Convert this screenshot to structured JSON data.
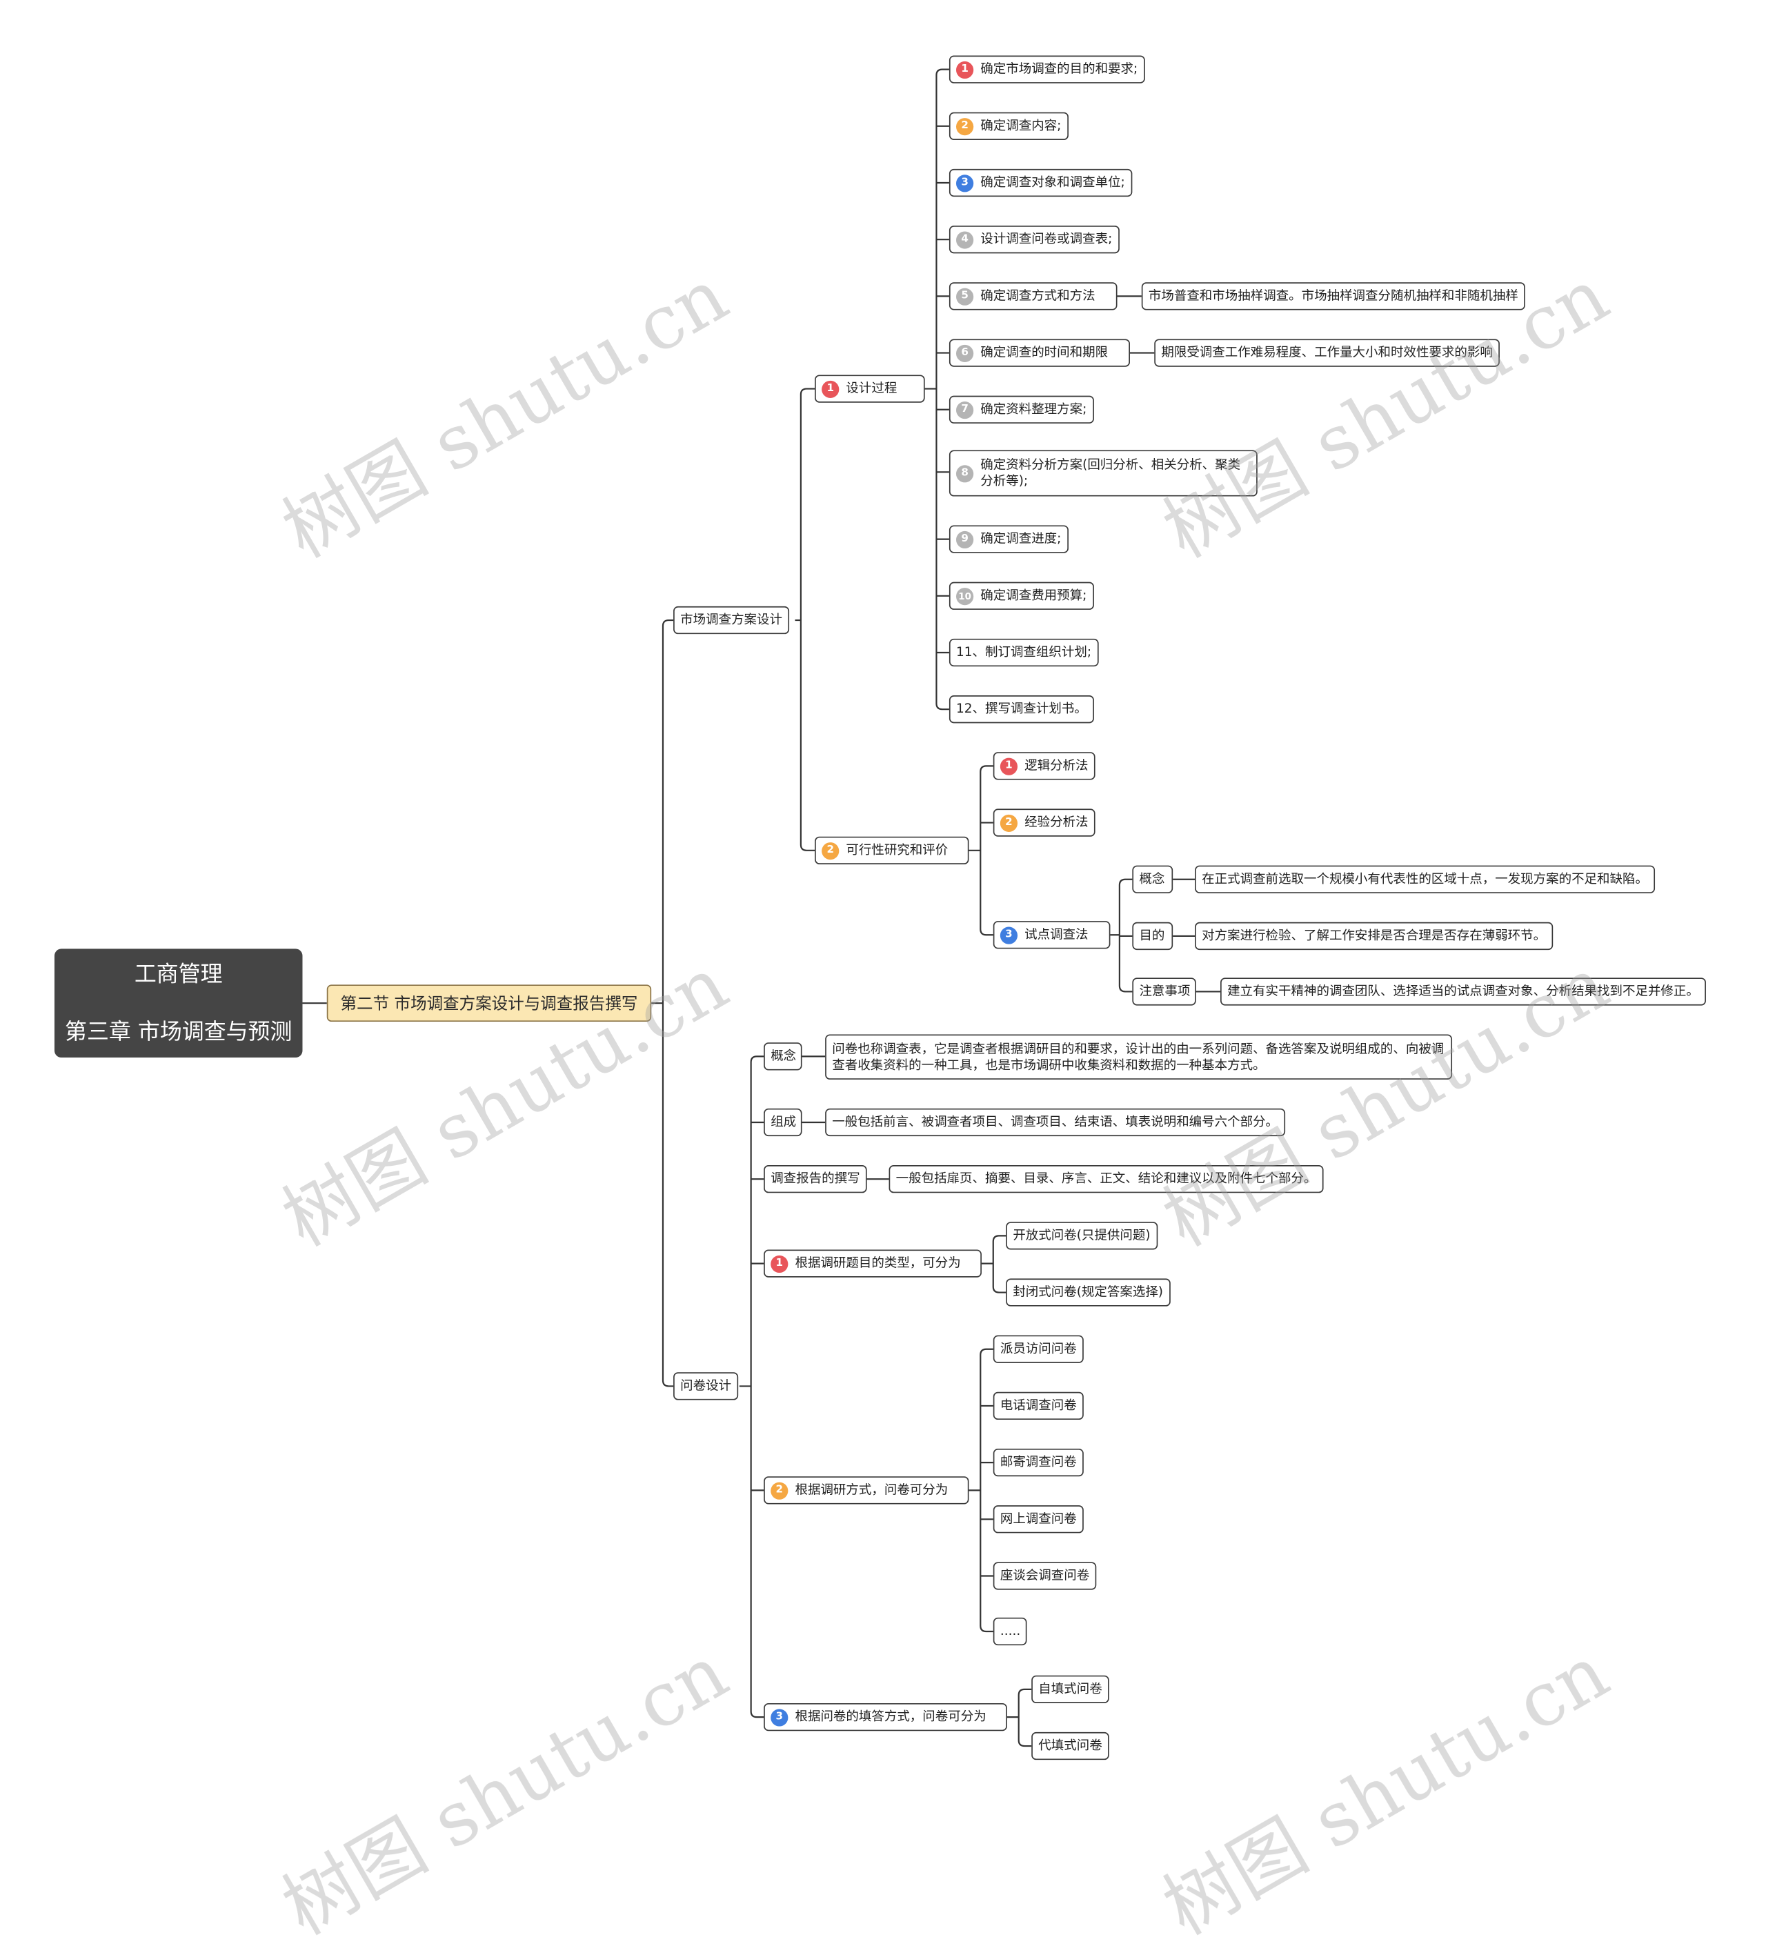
{
  "root": {
    "line1": "工商管理",
    "line2": "第三章 市场调查与预测"
  },
  "section": "第二节 市场调查方案设计与调查报告撰写",
  "branches": {
    "plan": "市场调查方案设计",
    "questionnaire": "问卷设计"
  },
  "design_process": {
    "badge": "1",
    "label": "设计过程",
    "steps": [
      {
        "badge": "1",
        "text": "确定市场调查的目的和要求;"
      },
      {
        "badge": "2",
        "text": "确定调查内容;"
      },
      {
        "badge": "3",
        "text": "确定调查对象和调查单位;"
      },
      {
        "badge": "4",
        "text": "设计调查问卷或调查表;"
      },
      {
        "badge": "5",
        "text": "确定调查方式和方法",
        "detail": "市场普查和市场抽样调查。市场抽样调查分随机抽样和非随机抽样"
      },
      {
        "badge": "6",
        "text": "确定调查的时间和期限",
        "detail": "期限受调查工作难易程度、工作量大小和时效性要求的影响"
      },
      {
        "badge": "7",
        "text": "确定资料整理方案;"
      },
      {
        "badge": "8",
        "text": "确定资料分析方案(回归分析、相关分析、聚类分析等);"
      },
      {
        "badge": "9",
        "text": "确定调查进度;"
      },
      {
        "badge": "10",
        "text": "确定调查费用预算;"
      },
      {
        "badge": "",
        "text": "11、制订调查组织计划;"
      },
      {
        "badge": "",
        "text": "12、撰写调查计划书。"
      }
    ]
  },
  "feasibility": {
    "badge": "2",
    "label": "可行性研究和评价",
    "methods": [
      {
        "badge": "1",
        "text": "逻辑分析法"
      },
      {
        "badge": "2",
        "text": "经验分析法"
      },
      {
        "badge": "3",
        "text": "试点调查法"
      }
    ],
    "pilot": [
      {
        "label": "概念",
        "detail": "在正式调查前选取一个规模小有代表性的区域十点，一发现方案的不足和缺陷。"
      },
      {
        "label": "目的",
        "detail": "对方案进行检验、了解工作安排是否合理是否存在薄弱环节。"
      },
      {
        "label": "注意事项",
        "detail": "建立有实干精神的调查团队、选择适当的试点调查对象、分析结果找到不足并修正。"
      }
    ]
  },
  "q": {
    "concept": {
      "label": "概念",
      "detail": "问卷也称调查表，它是调查者根据调研目的和要求，设计出的由一系列问题、备选答案及说明组成的、向被调查者收集资料的一种工具，也是市场调研中收集资料和数据的一种基本方式。"
    },
    "composition": {
      "label": "组成",
      "detail": "一般包括前言、被调查者项目、调查项目、结束语、填表说明和编号六个部分。"
    },
    "report": {
      "label": "调查报告的撰写",
      "detail": "一般包括扉页、摘要、目录、序言、正文、结论和建议以及附件七个部分。"
    },
    "by_type": {
      "badge": "1",
      "label": "根据调研题目的类型，可分为",
      "items": [
        "开放式问卷(只提供问题)",
        "封闭式问卷(规定答案选择)"
      ]
    },
    "by_method": {
      "badge": "2",
      "label": "根据调研方式，问卷可分为",
      "items": [
        "派员访问问卷",
        "电话调查问卷",
        "邮寄调查问卷",
        "网上调查问卷",
        "座谈会调查问卷",
        "....."
      ]
    },
    "by_fill": {
      "badge": "3",
      "label": "根据问卷的填答方式，问卷可分为",
      "items": [
        "自填式问卷",
        "代填式问卷"
      ]
    }
  },
  "watermark": "树图 shutu.cn",
  "colors": {
    "badge1": "#e8555a",
    "badge2": "#f5a742",
    "badge3": "#3f7ee0",
    "badge_grey": "#b4b4b4",
    "root_bg": "#454545",
    "section_bg": "#fbe7b3"
  }
}
